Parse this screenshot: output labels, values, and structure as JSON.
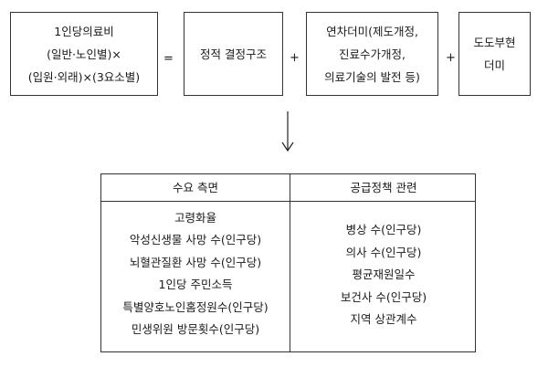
{
  "equation": {
    "box1": [
      "1인당의료비",
      "(일반·노인별)×",
      "(입원·외래)×(3요소별)"
    ],
    "equals": "=",
    "box2": [
      "정적 결정구조"
    ],
    "plus1": "+",
    "box3": [
      "연차더미(제도개정,",
      "진료수가개정,",
      "의료기술의 발전 등)"
    ],
    "plus2": "+",
    "box4": [
      "도도부현",
      "더미"
    ]
  },
  "table": {
    "headers": [
      "수요 측면",
      "공급정책 관련"
    ],
    "demand_items": [
      "고령화율",
      "악성신생물 사망 수(인구당)",
      "뇌혈관질환 사망 수(인구당)",
      "1인당 주민소득",
      "특별양호노인홈정원수(인구당)",
      "민생위원 방문횟수(인구당)"
    ],
    "supply_items": [
      "병상 수(인구당)",
      "의사 수(인구당)",
      "평균재원일수",
      "보건사 수(인구당)",
      "지역 상관계수"
    ]
  }
}
